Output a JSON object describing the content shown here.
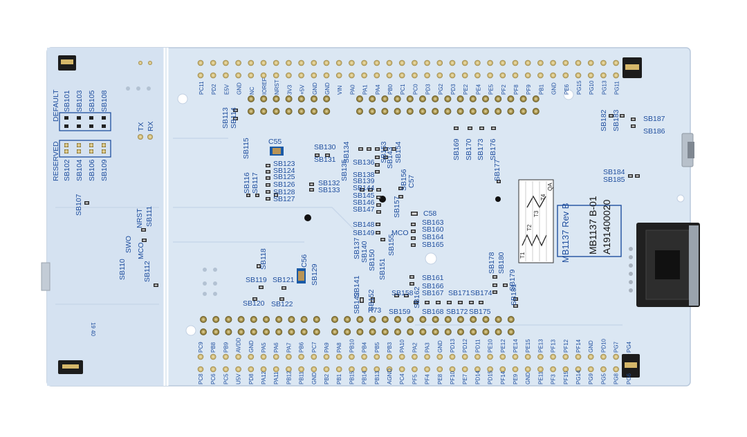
{
  "board": {
    "model_line": "MB1137  Rev  B",
    "revision_line": "MB1137 B-01",
    "serial_line": "A191400020",
    "test_boxes": [
      "T1",
      "T2",
      "T3",
      "T4",
      "QA"
    ]
  },
  "left_panel": {
    "default_label": "DEFAULT",
    "reserved_label": "RESERVED",
    "top_jumpers": [
      "SB101",
      "SB103",
      "SB105",
      "SB108"
    ],
    "bottom_jumpers": [
      "SB102",
      "SB104",
      "SB106",
      "SB109"
    ],
    "tx_label": "TX",
    "rx_label": "RX",
    "swo_label": "SWO",
    "mco_label": "MCO",
    "nrst_label": "NRST",
    "sb107": "SB107",
    "sb110": "SB110",
    "sb111": "SB111",
    "sb112": "SB112",
    "small_mark": "19 40"
  },
  "components": {
    "c55": "C55",
    "c56": "C56",
    "c57": "C57",
    "c58": "C58",
    "r73": "R73",
    "mco": "MCO"
  },
  "header_top_row": [
    "PC11",
    "PD2",
    "E5V",
    "GND",
    "NC",
    "IOREF",
    "NRST",
    "3V3",
    "+5V",
    "GND",
    "GND",
    "VIN",
    "PA0",
    "PA1",
    "PA4",
    "PB0",
    "PC1",
    "PC0",
    "PD3",
    "PG2",
    "PD3",
    "PE2",
    "PE4",
    "PE5",
    "PF2",
    "PF8",
    "PF9",
    "PB1",
    "GND",
    "PE6",
    "PG15",
    "PG10",
    "PG13",
    "PG11"
  ],
  "header_bottom_row": [
    "PC9",
    "PB8",
    "PB9",
    "AVDD",
    "GND",
    "PA5",
    "PA6",
    "PA7",
    "PB6",
    "PC7",
    "PA9",
    "PA8",
    "PB10",
    "PB4",
    "PB5",
    "PB3",
    "PA10",
    "PA2",
    "PA3",
    "GND",
    "PD13",
    "PD12",
    "PD11",
    "PE10",
    "PE12",
    "PE14",
    "PE15",
    "PE13",
    "PF13",
    "PF12",
    "PF14",
    "GND",
    "PD10",
    "PG7",
    "PG4"
  ],
  "header_bottom_lower": [
    "PC8",
    "PC6",
    "PC5",
    "U5V",
    "PD8",
    "PA12",
    "PA11",
    "PB12",
    "PB11",
    "GND",
    "PB2",
    "PB1",
    "PB15",
    "PB14",
    "PB13",
    "AGND",
    "PC4",
    "PF5",
    "PF4",
    "PE8",
    "PF10",
    "PE7",
    "PD14",
    "PD15",
    "PF14",
    "PE9",
    "GND",
    "PE11",
    "PF3",
    "PF15",
    "PG14",
    "PG9",
    "PG5",
    "PG8",
    "PG6"
  ],
  "solder_bridges": {
    "sb113": "SB113",
    "sb114": "SB114",
    "sb115": "SB115",
    "sb116": "SB116",
    "sb117": "SB117",
    "sb118": "SB118",
    "sb119": "SB119",
    "sb120": "SB120",
    "sb121": "SB121",
    "sb122": "SB122",
    "sb123": "SB123",
    "sb124": "SB124",
    "sb125": "SB125",
    "sb126": "SB126",
    "sb127": "SB127",
    "sb128": "SB128",
    "sb129": "SB129",
    "sb130": "SB130",
    "sb131": "SB131",
    "sb132": "SB132",
    "sb133": "SB133",
    "sb134": "SB134",
    "sb135": "SB135",
    "sb136": "SB136",
    "sb137": "SB137",
    "sb138": "SB138",
    "sb139": "SB139",
    "sb140": "SB140",
    "sb141": "SB141",
    "sb142": "SB142",
    "sb143": "SB143",
    "sb144": "SB144",
    "sb145": "SB145",
    "sb146": "SB146",
    "sb147": "SB147",
    "sb148": "SB148",
    "sb149": "SB149",
    "sb150": "SB150",
    "sb151": "SB151",
    "sb152": "SB152",
    "sb153": "SB153",
    "sb154": "SB154",
    "sb155": "SB155",
    "sb156": "SB156",
    "sb157": "SB157",
    "sb158": "SB158",
    "sb159": "SB159",
    "sb160": "SB160",
    "sb161": "SB161",
    "sb162": "SB162",
    "sb163": "SB163",
    "sb164": "SB164",
    "sb165": "SB165",
    "sb166": "SB166",
    "sb167": "SB167",
    "sb168": "SB168",
    "sb169": "SB169",
    "sb170": "SB170",
    "sb171": "SB171",
    "sb172": "SB172",
    "sb173": "SB173",
    "sb174": "SB174",
    "sb175": "SB175",
    "sb176": "SB176",
    "sb177": "SB177",
    "sb178": "SB178",
    "sb179": "SB179",
    "sb180": "SB180",
    "sb181": "SB181",
    "sb182": "SB182",
    "sb183": "SB183",
    "sb184": "SB184",
    "sb185": "SB185",
    "sb186": "SB186",
    "sb187": "SB187"
  },
  "colors": {
    "board": "#dde8f4",
    "silkscreen": "#1f4e9e",
    "header_pin": "#8a7a3a",
    "jumper": "#1b1b1b"
  }
}
